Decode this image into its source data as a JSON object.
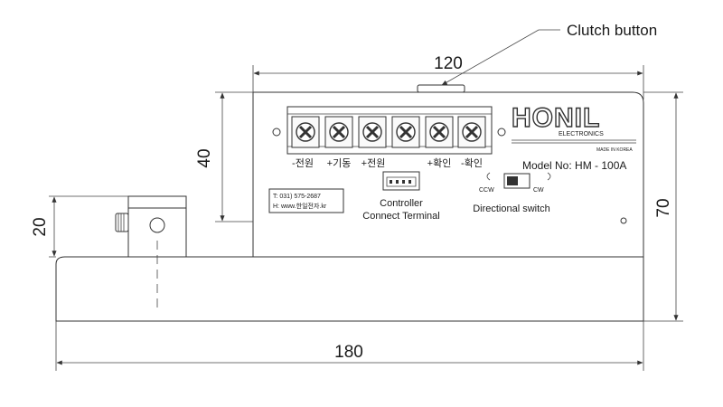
{
  "callout": {
    "label": "Clutch button"
  },
  "dimensions": {
    "width_top": "120",
    "height_left": "40",
    "height_right": "70",
    "height_side": "20",
    "width_bottom": "180"
  },
  "brand": {
    "name": "HONIL",
    "sub": "ELECTRONICS",
    "made_in": "MADE IN KOREA",
    "model": "Model No: HM - 100A"
  },
  "terminals": [
    "-전원",
    "+기동",
    "+전원",
    "+확인",
    "-확인"
  ],
  "contact": {
    "tel": "T: 031) 575-2687",
    "web": "H: www.한일전자.kr"
  },
  "controller": {
    "line1": "Controller",
    "line2": "Connect Terminal"
  },
  "switch": {
    "ccw": "CCW",
    "cw": "CW",
    "caption": "Directional switch"
  }
}
